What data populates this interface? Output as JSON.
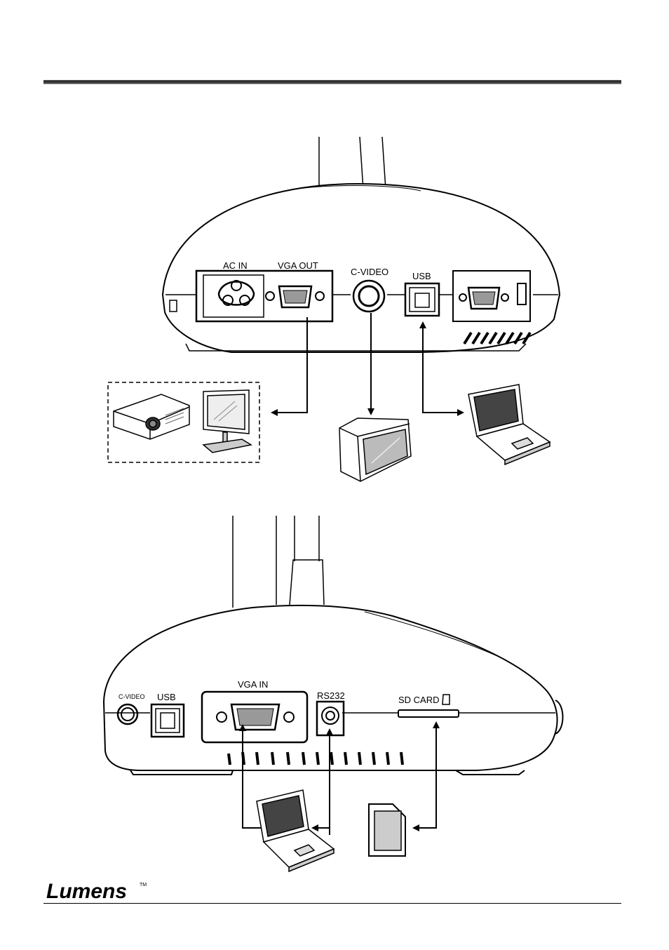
{
  "top_panel": {
    "labels": {
      "ac_in": "AC IN",
      "vga_out": "VGA OUT",
      "c_video": "C-VIDEO",
      "usb": "USB"
    }
  },
  "bottom_panel": {
    "labels": {
      "c_video": "C-VIDEO",
      "usb": "USB",
      "vga_in": "VGA IN",
      "rs232": "RS232",
      "sd_card": "SD CARD"
    }
  },
  "footer": {
    "logo": "Lumens",
    "trademark": "TM"
  },
  "icons": [
    "power-socket-icon",
    "vga-port-icon",
    "rca-port-icon",
    "usb-port-icon",
    "projector-icon",
    "monitor-icon",
    "tv-icon",
    "laptop-icon",
    "sd-card-icon",
    "arrow-icon"
  ]
}
